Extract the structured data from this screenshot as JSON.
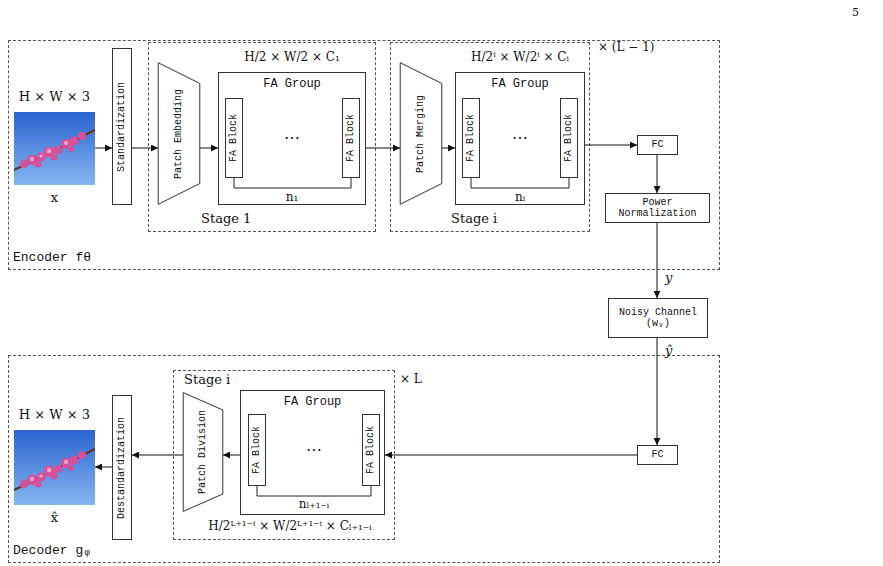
{
  "diagram": {
    "nodes": [
      {
        "text": [
          "Encoder fθ"
        ]
      },
      {
        "text": [
          "H × W × 3",
          "x"
        ],
        "in": 0
      },
      {
        "text": [
          "Standardization"
        ],
        "in": 0
      },
      {
        "text": [
          "Stage 1"
        ],
        "in": 0
      },
      {
        "text": [
          "Patch Embedding"
        ],
        "in": 3
      },
      {
        "text": [
          "FA Group"
        ],
        "in": 3
      },
      {
        "text": [
          "FA Block"
        ],
        "in": 5
      },
      {
        "text": [
          "FA Block"
        ],
        "in": 5
      },
      {
        "text": [
          "Stage i"
        ],
        "in": 0
      },
      {
        "text": [
          "Patch Merging"
        ],
        "in": 8
      },
      {
        "text": [
          "FA Group"
        ],
        "in": 8
      },
      {
        "text": [
          "FA Block"
        ],
        "in": 10
      },
      {
        "text": [
          "FA Block"
        ],
        "in": 10
      },
      {
        "text": [
          "FC"
        ],
        "in": 0
      },
      {
        "text": [
          "Power Normalization"
        ],
        "in": 0
      },
      {
        "text": [
          "Noisy Channel (wᵥ)"
        ]
      },
      {
        "text": [
          "Decoder gᵩ"
        ]
      },
      {
        "text": [
          "FC"
        ],
        "in": 16
      },
      {
        "text": [
          "Stage i"
        ],
        "in": 16
      },
      {
        "text": [
          "FA Group"
        ],
        "in": 18
      },
      {
        "text": [
          "FA Block"
        ],
        "in": 19
      },
      {
        "text": [
          "FA Block"
        ],
        "in": 19
      },
      {
        "text": [
          "Patch Division"
        ],
        "in": 18
      },
      {
        "text": [
          "Destandardization"
        ],
        "in": 16
      },
      {
        "text": [
          "H × W × 3",
          "x̂"
        ],
        "in": 16
      }
    ],
    "edges": [
      {
        "from": 1,
        "to": 2,
        "arrow": "to"
      },
      {
        "from": 2,
        "to": 4,
        "arrow": "to"
      },
      {
        "from": 4,
        "to": 5,
        "arrow": "to"
      },
      {
        "from": 5,
        "to": 9,
        "arrow": "to"
      },
      {
        "from": 9,
        "to": 10,
        "arrow": "to"
      },
      {
        "from": 10,
        "to": 13,
        "arrow": "to"
      },
      {
        "from": 13,
        "to": 14,
        "arrow": "to"
      },
      {
        "from": 14,
        "to": 15,
        "label": "y",
        "arrow": "to"
      },
      {
        "from": 15,
        "to": 17,
        "label": "ŷ",
        "arrow": "to"
      },
      {
        "from": 17,
        "to": 19,
        "arrow": "to"
      },
      {
        "from": 19,
        "to": 22,
        "arrow": "to"
      },
      {
        "from": 22,
        "to": 23,
        "arrow": "to"
      },
      {
        "from": 23,
        "to": 24,
        "arrow": "to"
      }
    ],
    "labels": [
      "5",
      "H/2 × W/2 × C₁",
      "⋯",
      "n₁",
      "H/2ⁱ × W/2ⁱ × Cᵢ",
      "⋯",
      "nᵢ",
      "× (L − 1)",
      "× L",
      "⋯",
      "nₗ₊₁₋ᵢ",
      "H/2ᴸ⁺¹⁻ⁱ × W/2ᴸ⁺¹⁻ⁱ × Cₗ₊₁₋ᵢ"
    ]
  }
}
